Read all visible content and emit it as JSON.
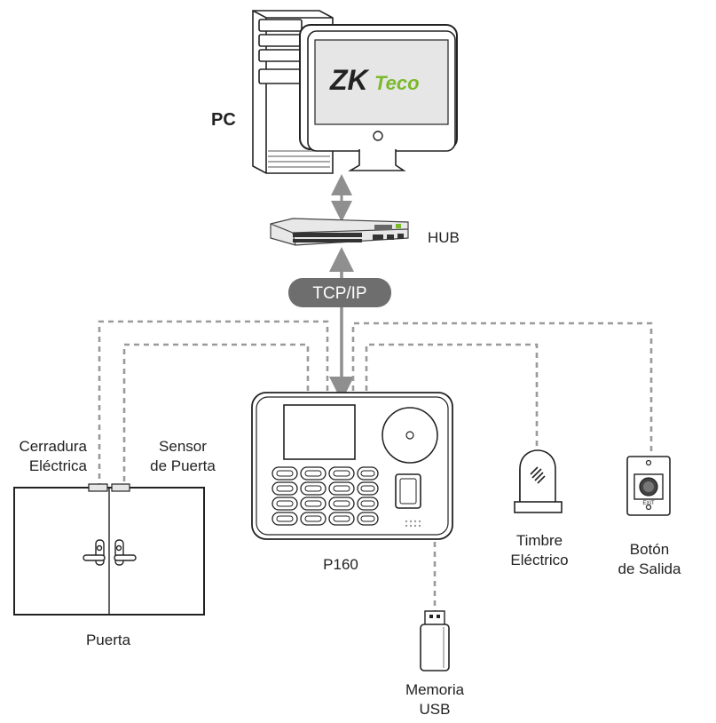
{
  "labels": {
    "pc": "PC",
    "hub": "HUB",
    "protocol": "TCP/IP",
    "device": "P160",
    "lock": [
      "Cerradura",
      "Eléctrica"
    ],
    "door_sensor": [
      "Sensor",
      "de Puerta"
    ],
    "door": "Puerta",
    "bell": [
      "Timbre",
      "Eléctrico"
    ],
    "exit_button": [
      "Botón",
      "de Salida"
    ],
    "usb": [
      "Memoria",
      "USB"
    ]
  },
  "logo": {
    "zk": "ZK",
    "teco": "Teco"
  },
  "exit_button_caption": "EXIT",
  "colors": {
    "line": "#222222",
    "dash": "#9a9a9a",
    "arrow": "#8f8f8f",
    "badge": "#6e6e6e",
    "logo_green": "#7ab929",
    "screen_gray": "#e6e6e6"
  },
  "icons": [
    "pc-tower-icon",
    "monitor-icon",
    "hub-icon",
    "p160-device-icon",
    "door-icon",
    "bell-icon",
    "exit-button-icon",
    "usb-drive-icon"
  ]
}
